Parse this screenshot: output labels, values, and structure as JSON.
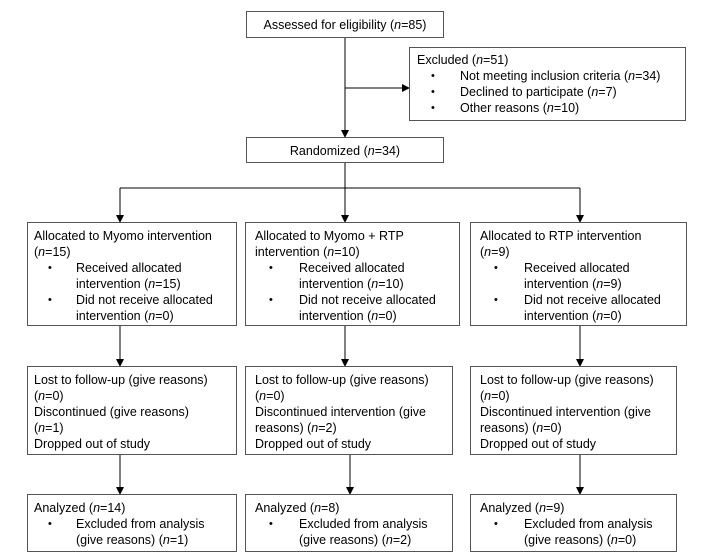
{
  "eligibility": "Assessed for eligibility (n=85)",
  "excluded": {
    "title": "Excluded (n=51)",
    "items": [
      "Not meeting inclusion criteria (n=34)",
      "Declined to participate (n=7)",
      "Other reasons (n=10)"
    ]
  },
  "randomized": "Randomized (n=34)",
  "arms": [
    {
      "alloc_title": [
        "Allocated to Myomo intervention",
        "(n=15)"
      ],
      "alloc_items": [
        [
          "Received allocated",
          "intervention (n=15)"
        ],
        [
          "Did not receive allocated",
          "intervention (n=0)"
        ]
      ],
      "follow": [
        "Lost to follow-up (give reasons)",
        "(n=0)",
        "Discontinued (give reasons)",
        "(n=1)",
        "Dropped out of study"
      ],
      "analyzed": "Analyzed (n=14)",
      "analyzed_items": [
        [
          "Excluded from analysis",
          "(give reasons) (n=1)"
        ]
      ]
    },
    {
      "alloc_title": [
        "Allocated to Myomo + RTP",
        "intervention (n=10)"
      ],
      "alloc_items": [
        [
          "Received allocated",
          "intervention (n=10)"
        ],
        [
          "Did not receive allocated",
          "intervention (n=0)"
        ]
      ],
      "follow": [
        "Lost to follow-up (give reasons)",
        "(n=0)",
        "Discontinued intervention (give",
        "reasons) (n=2)",
        "Dropped out of study"
      ],
      "analyzed": "Analyzed (n=8)",
      "analyzed_items": [
        [
          "Excluded from analysis",
          "(give reasons) (n=2)"
        ]
      ]
    },
    {
      "alloc_title": [
        "Allocated to RTP intervention",
        "(n=9)"
      ],
      "alloc_items": [
        [
          "Received allocated",
          "intervention (n=9)"
        ],
        [
          "Did not receive allocated",
          "intervention (n=0)"
        ]
      ],
      "follow": [
        "Lost to follow-up (give reasons)",
        "(n=0)",
        "Discontinued intervention (give",
        "reasons) (n=0)",
        "Dropped out of study"
      ],
      "analyzed": "Analyzed (n=9)",
      "analyzed_items": [
        [
          "Excluded from analysis",
          "(give reasons) (n=0)"
        ]
      ]
    }
  ]
}
